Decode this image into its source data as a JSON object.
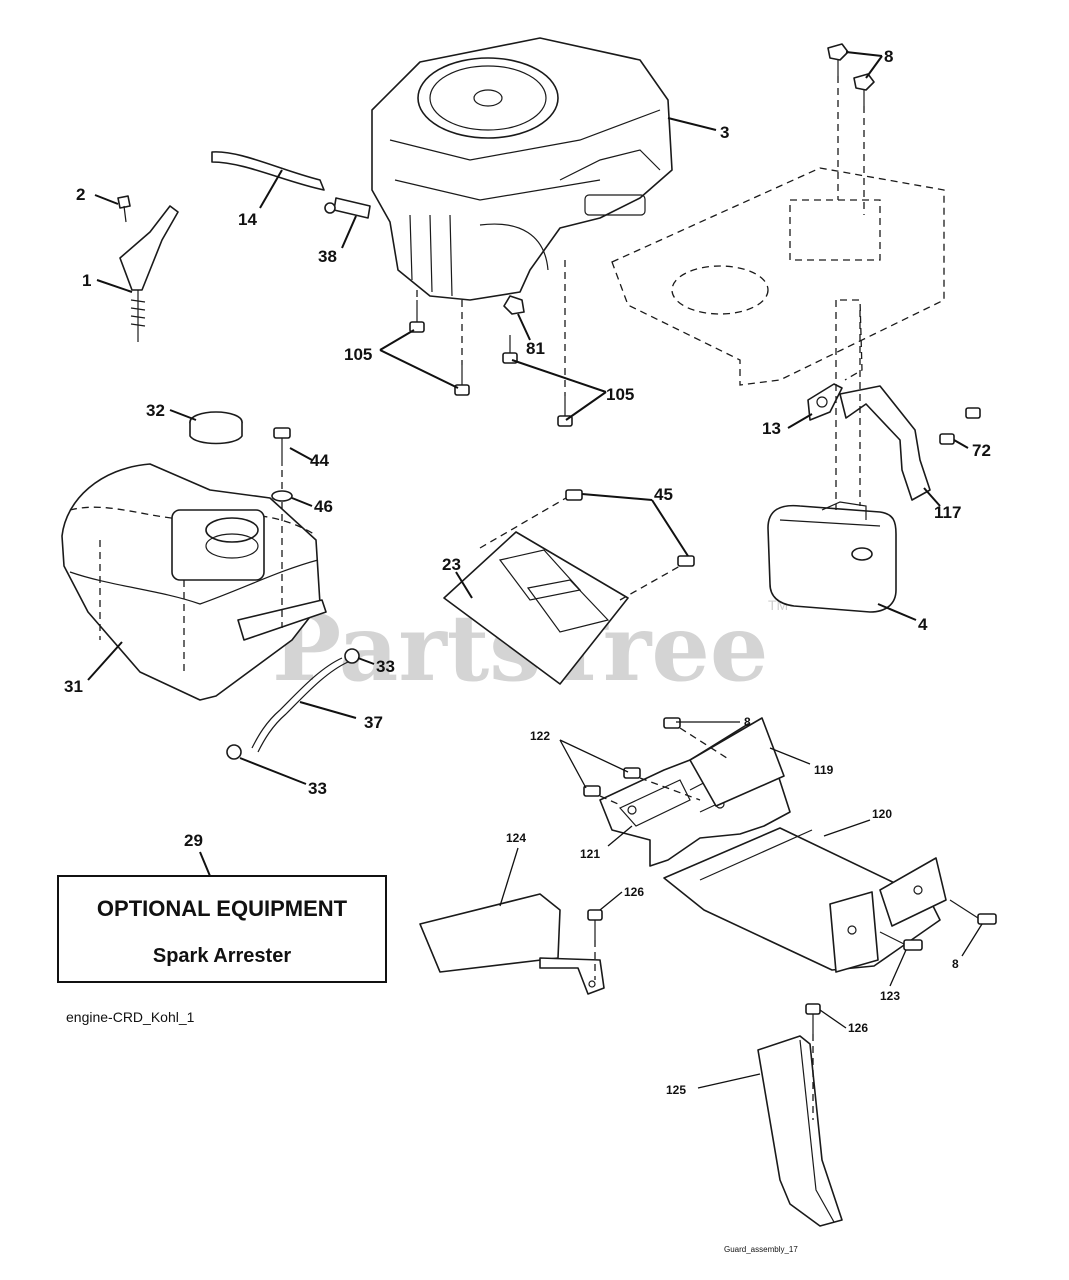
{
  "watermark": {
    "text": "PartsTree",
    "tm": "TM"
  },
  "optional_box": {
    "callout": "29",
    "title": "OPTIONAL EQUIPMENT",
    "subtitle": "Spark Arrester"
  },
  "reference_codes": {
    "engine": "engine-CRD_Kohl_1",
    "guard": "Guard_assembly_17"
  },
  "callouts": {
    "c1": "1",
    "c2": "2",
    "c3": "3",
    "c4": "4",
    "c8a": "8",
    "c8b": "8",
    "c8c": "8",
    "c13": "13",
    "c14": "14",
    "c23": "23",
    "c31": "31",
    "c32": "32",
    "c33a": "33",
    "c33b": "33",
    "c37": "37",
    "c38": "38",
    "c44": "44",
    "c45": "45",
    "c46": "46",
    "c72": "72",
    "c81": "81",
    "c105a": "105",
    "c105b": "105",
    "c117": "117",
    "c119": "119",
    "c120": "120",
    "c121": "121",
    "c122": "122",
    "c123": "123",
    "c124": "124",
    "c125": "125",
    "c126a": "126",
    "c126b": "126"
  }
}
